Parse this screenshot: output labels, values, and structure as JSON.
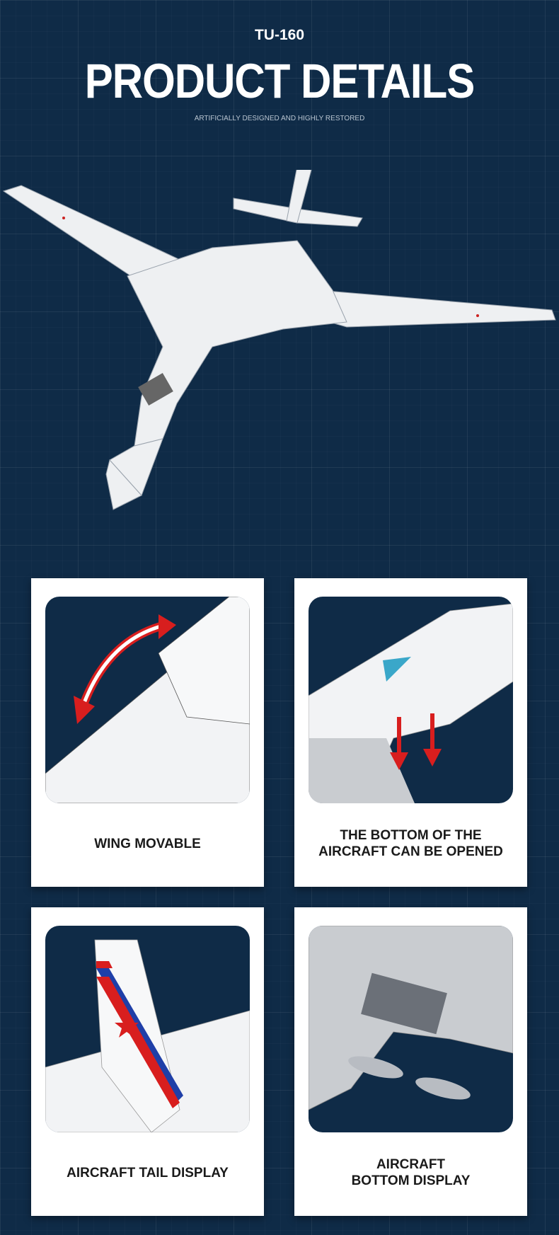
{
  "header": {
    "model": "TU-160",
    "title": "PRODUCT DETAILS",
    "subtitle": "ARTIFICIALLY DESIGNED AND HIGHLY RESTORED"
  },
  "features": [
    {
      "caption": "WING MOVABLE"
    },
    {
      "caption": "THE BOTTOM OF THE\nAIRCRAFT CAN BE OPENED"
    },
    {
      "caption": "AIRCRAFT TAIL DISPLAY"
    },
    {
      "caption": "AIRCRAFT\nBOTTOM DISPLAY"
    }
  ],
  "colors": {
    "background": "#0f2b47",
    "card": "#ffffff",
    "arrow": "#d81e1e"
  }
}
